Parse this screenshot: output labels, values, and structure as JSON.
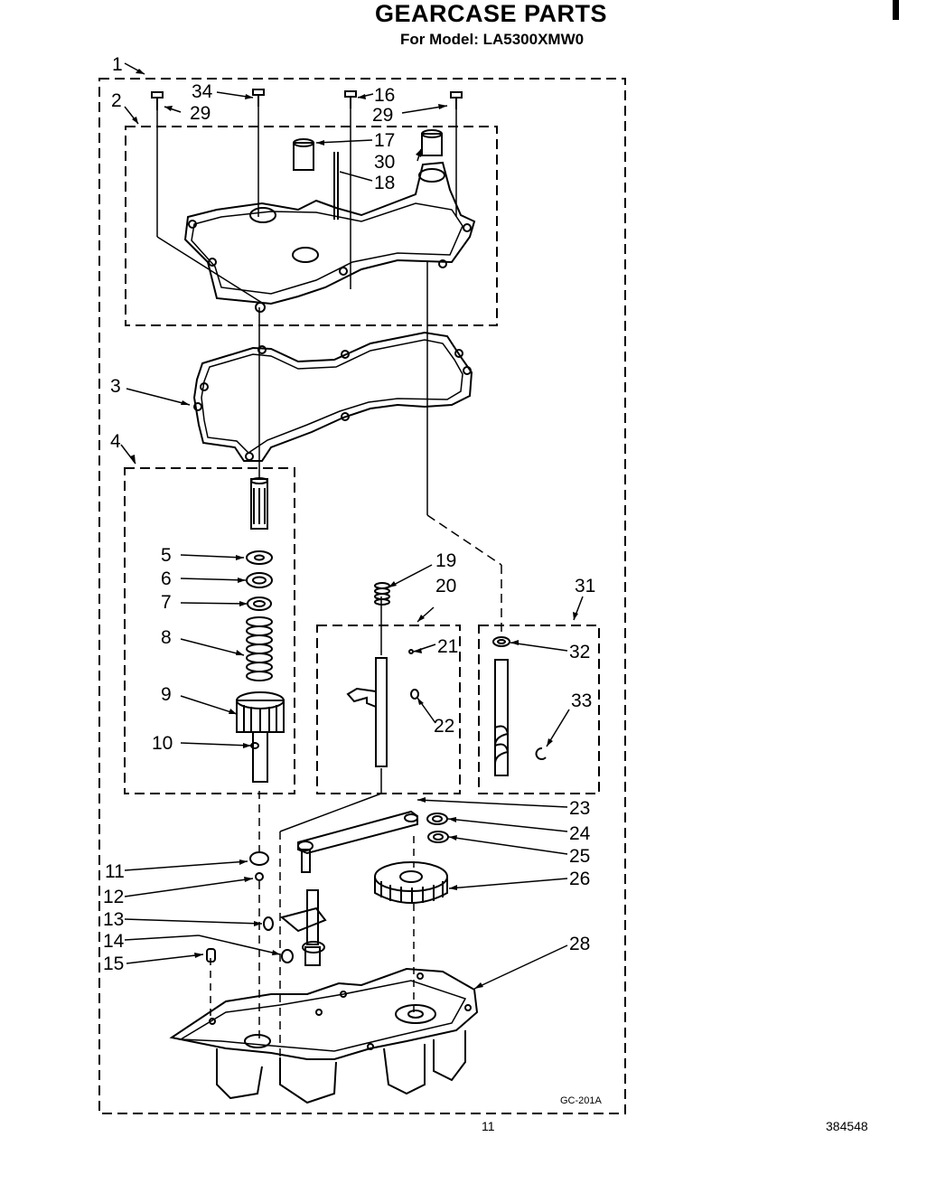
{
  "header": {
    "title": "GEARCASE PARTS",
    "subtitle": "For Model: LA5300XMW0"
  },
  "footer": {
    "page_number": "11",
    "document_number": "384548",
    "drawing_code": "GC-201A"
  },
  "callouts": [
    "1",
    "2",
    "3",
    "4",
    "5",
    "6",
    "7",
    "8",
    "9",
    "10",
    "11",
    "12",
    "13",
    "14",
    "15",
    "16",
    "17",
    "18",
    "19",
    "20",
    "21",
    "22",
    "23",
    "24",
    "25",
    "26",
    "28",
    "29",
    "29",
    "30",
    "31",
    "32",
    "33",
    "34"
  ]
}
